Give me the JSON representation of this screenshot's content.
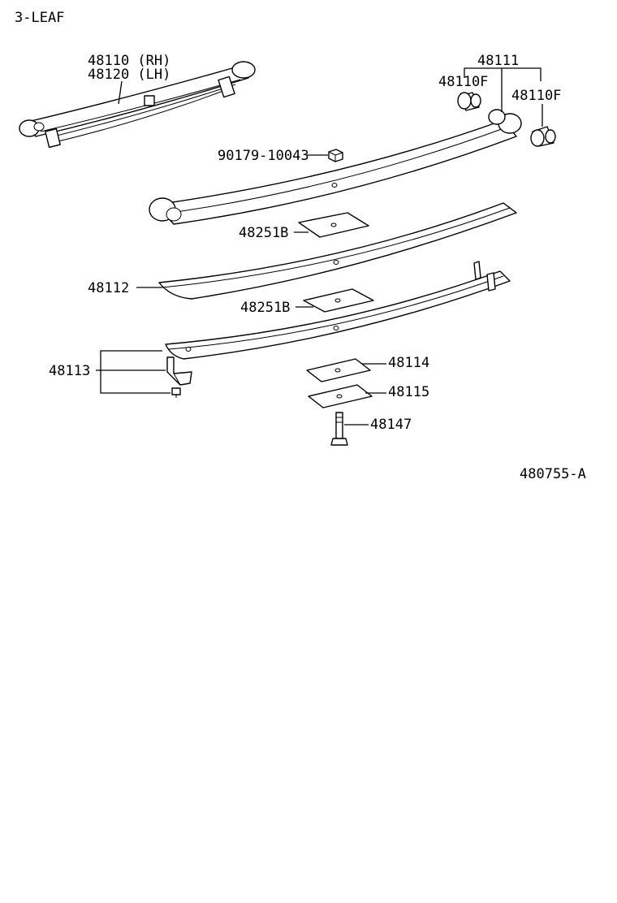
{
  "header": {
    "variant": "3-LEAF"
  },
  "callouts": {
    "assy_rh": "48110 (RH)",
    "assy_lh": "48120 (LH)",
    "leaf_no1": "48111",
    "bushing_left": "48110F",
    "bushing_right": "48110F",
    "nut": "90179-10043",
    "pad_upper": "48251B",
    "leaf_no2": "48112",
    "pad_lower": "48251B",
    "clip": "48113",
    "seat_upper": "48114",
    "seat_lower": "48115",
    "center_bolt": "48147"
  },
  "footer": {
    "figure_code": "480755-A"
  }
}
